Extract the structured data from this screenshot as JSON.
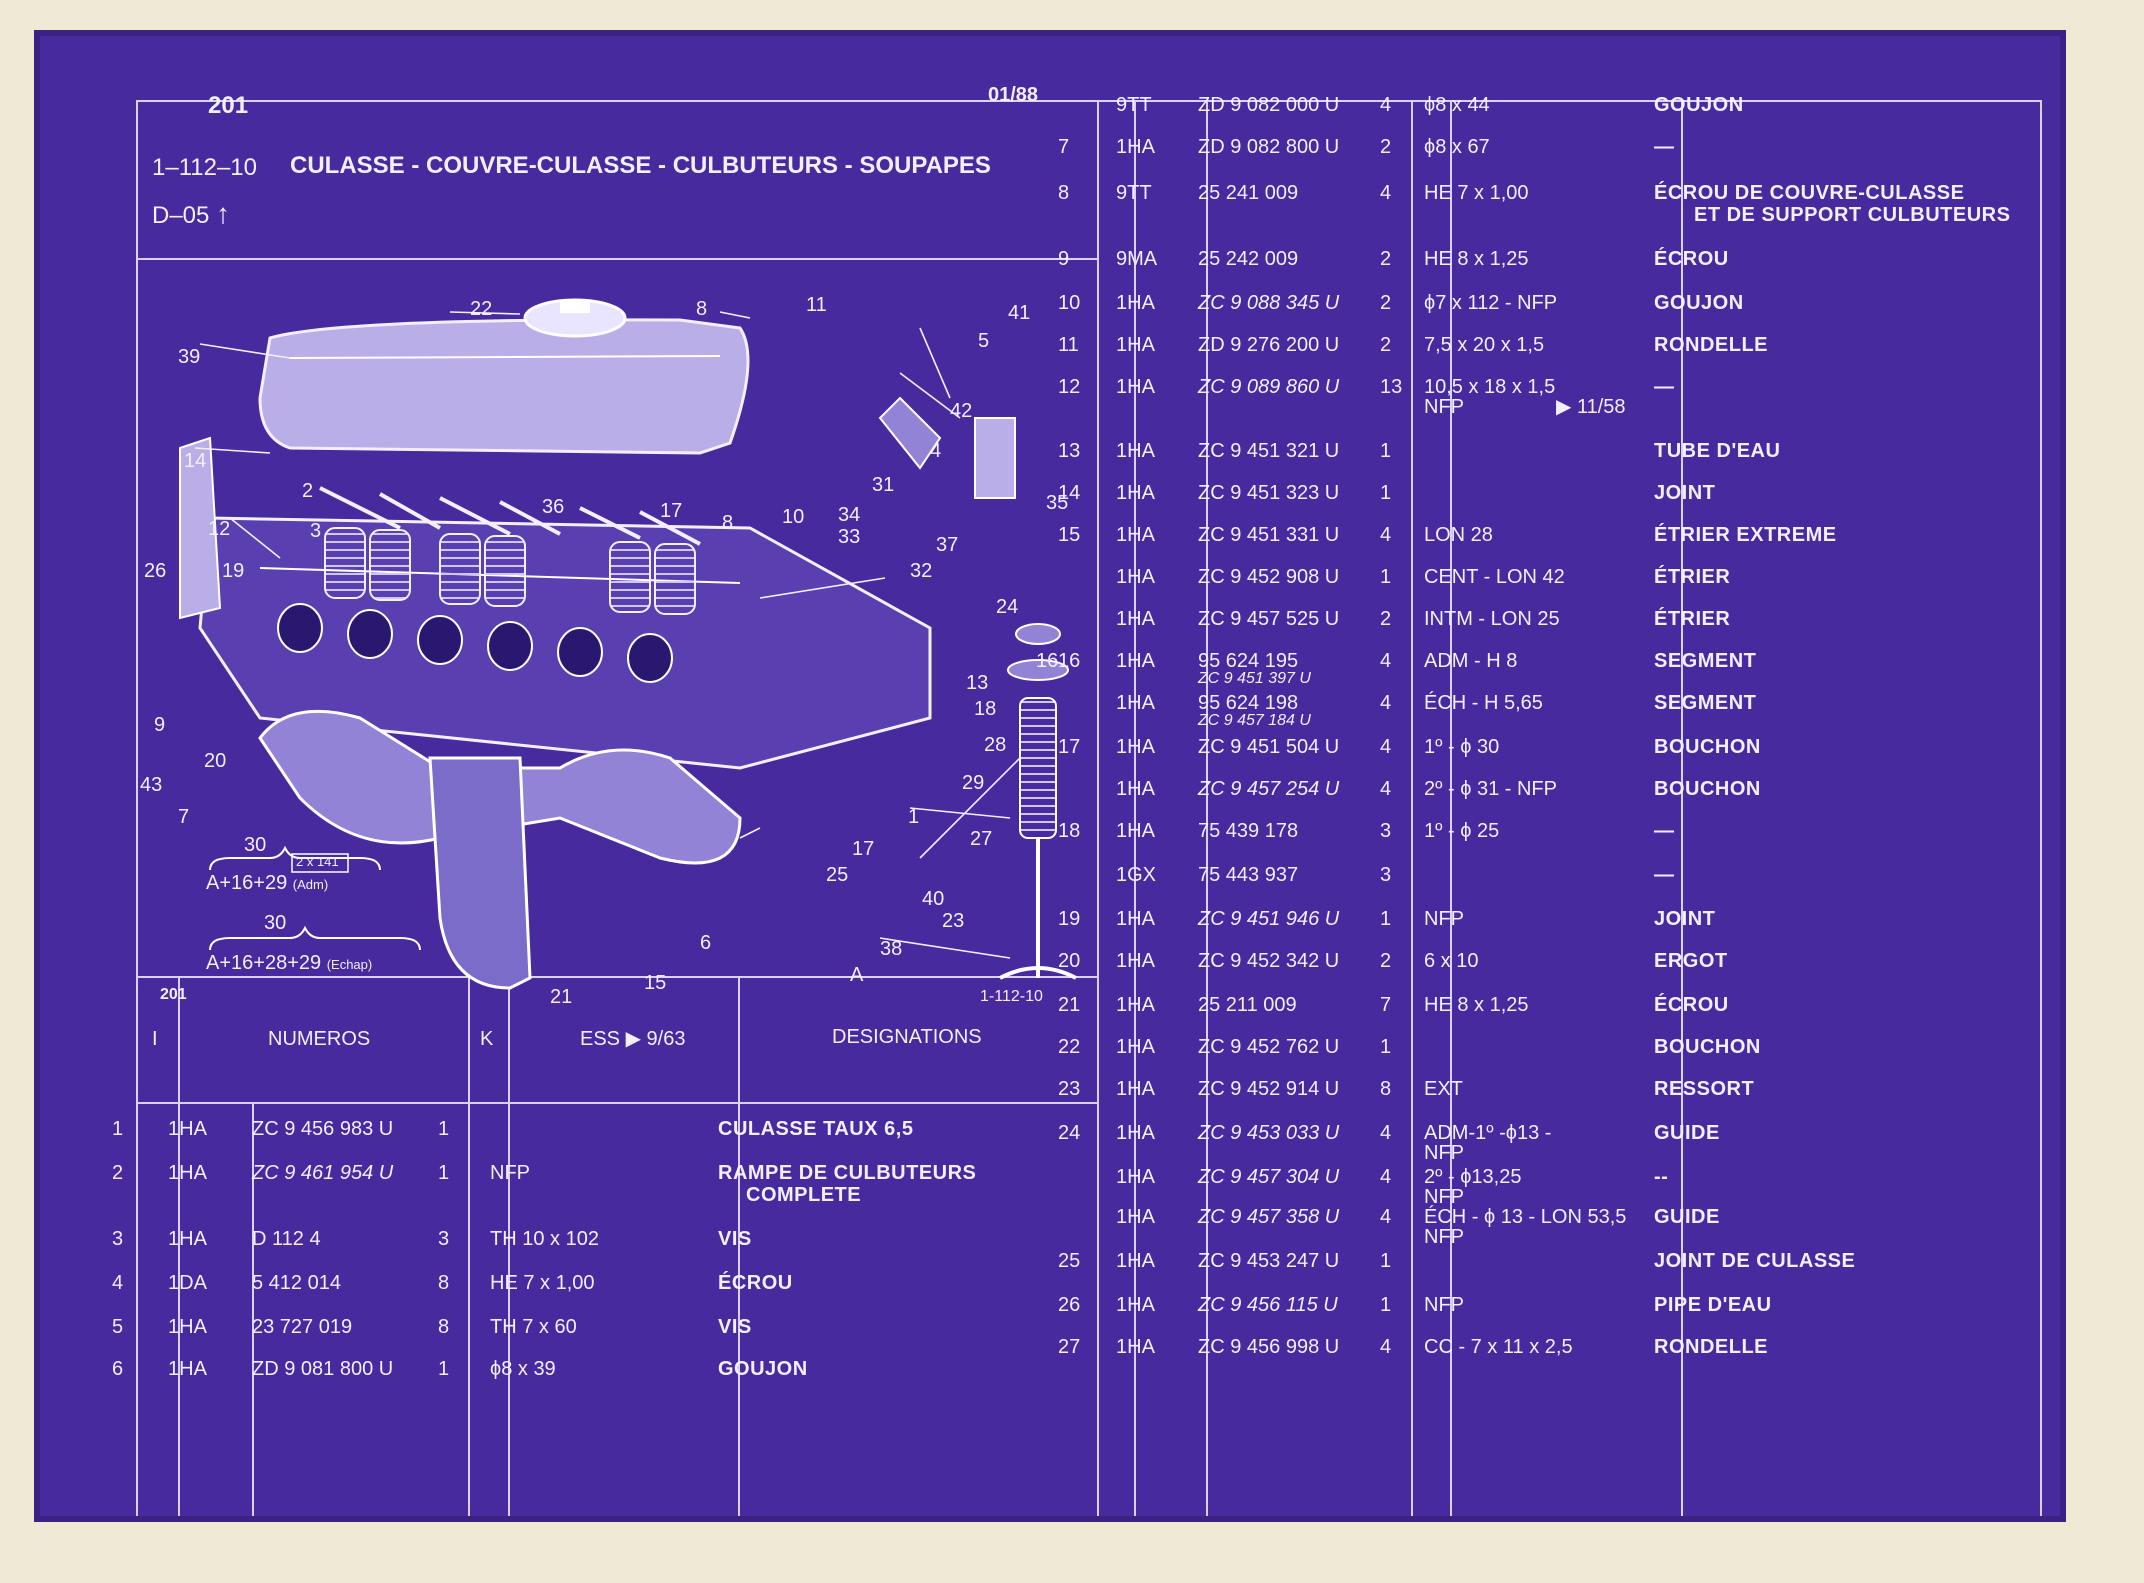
{
  "header": {
    "page_number": "201",
    "date": "01/88",
    "ref": "1–112–10",
    "title": "CULASSE - COUVRE-CULASSE - CULBUTEURS - SOUPAPES",
    "section": "D–05"
  },
  "diagram": {
    "caption_left": "201",
    "caption_right": "1-112-10",
    "formula_adm_label": "30",
    "formula_adm": "A+16+29",
    "formula_adm_note": "(Adm)",
    "formula_ech_label": "30",
    "formula_ech": "A+16+28+29",
    "formula_ech_note": "(Echap)",
    "box_note": "2 x 141",
    "callouts": [
      "22",
      "8",
      "11",
      "41",
      "5",
      "39",
      "42",
      "4",
      "14",
      "2",
      "36",
      "17",
      "8",
      "10",
      "34",
      "31",
      "35",
      "12",
      "3",
      "33",
      "37",
      "26",
      "19",
      "32",
      "24",
      "16",
      "13",
      "18",
      "9",
      "43",
      "20",
      "28",
      "29",
      "7",
      "17",
      "27",
      "1",
      "25",
      "40",
      "30",
      "23",
      "30",
      "38",
      "6",
      "21",
      "15",
      "A"
    ]
  },
  "left_table": {
    "headers": {
      "i": "I",
      "numeros": "NUMEROS",
      "k": "K",
      "ess": "ESS ▶ 9/63",
      "designations": "DESIGNATIONS"
    },
    "rows": [
      {
        "i": "1",
        "code": "1HA",
        "num": "ZC  9 456 983  U",
        "k": "1",
        "ess": "",
        "des": "CULASSE TAUX 6,5",
        "italic": false
      },
      {
        "i": "2",
        "code": "1HA",
        "num": "ZC  9  461  954  U",
        "k": "1",
        "ess": "NFP",
        "des": "RAMPE DE CULBUTEURS",
        "des2": "COMPLETE",
        "italic": true
      },
      {
        "i": "3",
        "code": "1HA",
        "num": "D  112     4",
        "k": "3",
        "ess": "TH 10 x 102",
        "des": "VIS",
        "italic": false
      },
      {
        "i": "4",
        "code": "1DA",
        "num": "5  412  014",
        "k": "8",
        "ess": "HE 7 x 1,00",
        "des": "ÉCROU",
        "italic": false
      },
      {
        "i": "5",
        "code": "1HA",
        "num": "23  727  019",
        "k": "8",
        "ess": "TH 7 x 60",
        "des": "VIS",
        "italic": false
      },
      {
        "i": "6",
        "code": "1HA",
        "num": "ZD  9  081  800  U",
        "k": "1",
        "ess": "ϕ8 x 39",
        "des": "GOUJON",
        "italic": false
      }
    ]
  },
  "right_table": {
    "rows": [
      {
        "i": "",
        "code": "9TT",
        "num": "ZD  9  082  000 U",
        "k": "4",
        "ess": "ϕ8 x 44",
        "des": "GOUJON",
        "italic": false
      },
      {
        "i": "7",
        "code": "1HA",
        "num": "ZD  9  082  800  U",
        "k": "2",
        "ess": "ϕ8 x 67",
        "des": "—",
        "italic": false
      },
      {
        "i": "8",
        "code": "9TT",
        "num": "25  241  009",
        "k": "4",
        "ess": "HE 7 x 1,00",
        "des": "ÉCROU DE COUVRE-CULASSE",
        "des2": "ET DE SUPPORT CULBUTEURS",
        "italic": false
      },
      {
        "i": "9",
        "code": "9MA",
        "num": "25  242  009",
        "k": "2",
        "ess": "HE 8 x 1,25",
        "des": "ÉCROU",
        "italic": false
      },
      {
        "i": "10",
        "code": "1HA",
        "num": "ZC  9  088  345  U",
        "k": "2",
        "ess": "ϕ7 x 112 - NFP",
        "des": "GOUJON",
        "italic": true
      },
      {
        "i": "11",
        "code": "1HA",
        "num": "ZD  9  276  200  U",
        "k": "2",
        "ess": "7,5 x 20 x 1,5",
        "des": "RONDELLE",
        "italic": false
      },
      {
        "i": "12",
        "code": "1HA",
        "num": "ZC  9  089  860  U",
        "k": "13",
        "ess": "10,5 x 18 x 1,5",
        "ess2": "NFP",
        "ess3": "▶ 11/58",
        "des": "—",
        "italic": true
      },
      {
        "i": "13",
        "code": "1HA",
        "num": "ZC  9  451  321  U",
        "k": "1",
        "ess": "",
        "des": "TUBE D'EAU",
        "italic": false
      },
      {
        "i": "14",
        "code": "1HA",
        "num": "ZC  9  451  323  U",
        "k": "1",
        "ess": "",
        "des": "JOINT",
        "italic": false
      },
      {
        "i": "15",
        "code": "1HA",
        "num": "ZC  9  451  331  U",
        "k": "4",
        "ess": "LON 28",
        "des": "ÉTRIER EXTREME",
        "italic": false
      },
      {
        "i": "",
        "code": "1HA",
        "num": "ZC  9  452  908  U",
        "k": "1",
        "ess": "CENT - LON 42",
        "des": "ÉTRIER",
        "italic": false
      },
      {
        "i": "",
        "code": "1HA",
        "num": "ZC  9  457  525  U",
        "k": "2",
        "ess": "INTM - LON 25",
        "des": "ÉTRIER",
        "italic": false
      },
      {
        "i": "16",
        "code": "1HA",
        "num": "95  624  195",
        "num2": "ZC 9 451 397 U",
        "k": "4",
        "ess": "ADM - H 8",
        "des": "SEGMENT",
        "italic": false
      },
      {
        "i": "",
        "code": "1HA",
        "num": "95  624  198",
        "num2": "ZC 9 457 184 U",
        "k": "4",
        "ess": "ÉCH - H 5,65",
        "des": "SEGMENT",
        "italic": false
      },
      {
        "i": "17",
        "code": "1HA",
        "num": "ZC  9  451  504  U",
        "k": "4",
        "ess": "1º - ϕ 30",
        "des": "BOUCHON",
        "italic": false
      },
      {
        "i": "",
        "code": "1HA",
        "num": "ZC  9  457  254  U",
        "k": "4",
        "ess": "2º - ϕ 31 - NFP",
        "des": "BOUCHON",
        "italic": true
      },
      {
        "i": "18",
        "code": "1HA",
        "num": "75  439  178",
        "k": "3",
        "ess": "1º - ϕ 25",
        "des": "—",
        "italic": false
      },
      {
        "i": "",
        "code": "1GX",
        "num": "75  443  937",
        "k": "3",
        "ess": "",
        "des": "—",
        "italic": false
      },
      {
        "i": "19",
        "code": "1HA",
        "num": "ZC  9  451  946  U",
        "k": "1",
        "ess": "NFP",
        "des": "JOINT",
        "italic": true
      },
      {
        "i": "20",
        "code": "1HA",
        "num": "ZC  9  452  342  U",
        "k": "2",
        "ess": "6 x 10",
        "des": "ERGOT",
        "italic": false
      },
      {
        "i": "21",
        "code": "1HA",
        "num": "25  211  009",
        "k": "7",
        "ess": "HE 8 x 1,25",
        "des": "ÉCROU",
        "italic": false
      },
      {
        "i": "22",
        "code": "1HA",
        "num": "ZC  9  452  762  U",
        "k": "1",
        "ess": "",
        "des": "BOUCHON",
        "italic": false
      },
      {
        "i": "23",
        "code": "1HA",
        "num": "ZC  9  452  914  U",
        "k": "8",
        "ess": "EXT",
        "des": "RESSORT",
        "italic": false
      },
      {
        "i": "24",
        "code": "1HA",
        "num": "ZC  9  453  033 U",
        "k": "4",
        "ess": "ADM-1º -ϕ13 -",
        "ess2": "NFP",
        "des": "GUIDE",
        "italic": true
      },
      {
        "i": "",
        "code": "1HA",
        "num": "ZC  9  457  304  U",
        "k": "4",
        "ess": "2º - ϕ13,25",
        "ess2": "NFP",
        "des": "--",
        "italic": true
      },
      {
        "i": "",
        "code": "1HA",
        "num": "ZC  9  457  358  U",
        "k": "4",
        "ess": "ÉCH - ϕ 13 - LON 53,5",
        "ess2": "NFP",
        "des": "GUIDE",
        "italic": true
      },
      {
        "i": "25",
        "code": "1HA",
        "num": "ZC 9  453  247  U",
        "k": "1",
        "ess": "",
        "des": "JOINT DE CULASSE",
        "italic": false
      },
      {
        "i": "26",
        "code": "1HA",
        "num": "ZC  9  456  115  U",
        "k": "1",
        "ess": "NFP",
        "des": "PIPE D'EAU",
        "italic": true
      },
      {
        "i": "27",
        "code": "1HA",
        "num": "ZC  9  456  998  U",
        "k": "4",
        "ess": "CC - 7 x 11 x 2,5",
        "des": "RONDELLE",
        "italic": false
      }
    ]
  },
  "colors": {
    "sheet": "#472a9e",
    "lines": "#d9d2f5",
    "paper": "#efe9d6"
  }
}
